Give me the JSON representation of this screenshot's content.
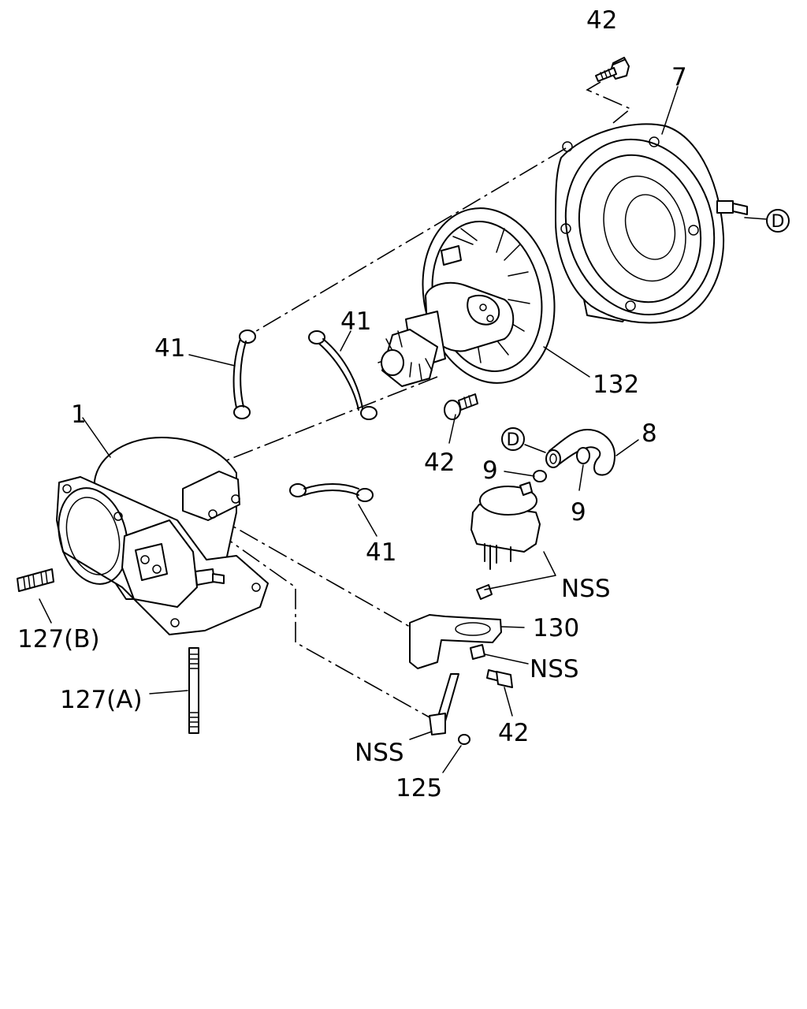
{
  "labels": {
    "l42_top": "42",
    "l7": "7",
    "d_right": "D",
    "l41_left": "41",
    "l41_mid": "41",
    "l132": "132",
    "l1": "1",
    "l42_mid": "42",
    "d_mid": "D",
    "l8": "8",
    "l9_a": "9",
    "l9_b": "9",
    "l41_bottom": "41",
    "lnss_1": "NSS",
    "l127b": "127(B)",
    "l130": "130",
    "lnss_2": "NSS",
    "l127a": "127(A)",
    "l42_bottom": "42",
    "lnss_3": "NSS",
    "l125": "125"
  }
}
